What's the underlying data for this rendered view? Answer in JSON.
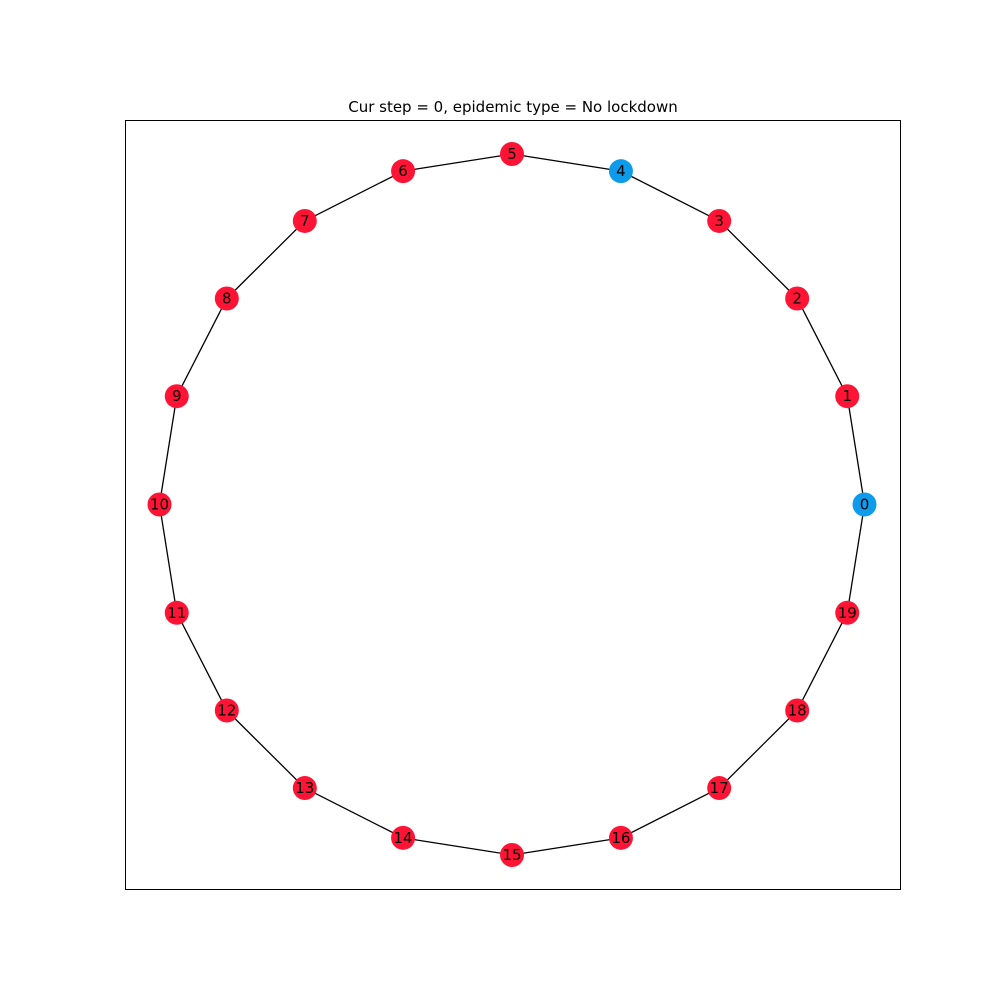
{
  "title": "Cur step = 0, epidemic type = No lockdown",
  "colors": {
    "red_state": "#ff1435",
    "blue_state": "#0d9bea",
    "edge": "#000000"
  },
  "graph": {
    "layout": "ring",
    "nodes": [
      {
        "id": "0",
        "state": "blue"
      },
      {
        "id": "1",
        "state": "red"
      },
      {
        "id": "2",
        "state": "red"
      },
      {
        "id": "3",
        "state": "red"
      },
      {
        "id": "4",
        "state": "blue"
      },
      {
        "id": "5",
        "state": "red"
      },
      {
        "id": "6",
        "state": "red"
      },
      {
        "id": "7",
        "state": "red"
      },
      {
        "id": "8",
        "state": "red"
      },
      {
        "id": "9",
        "state": "red"
      },
      {
        "id": "10",
        "state": "red"
      },
      {
        "id": "11",
        "state": "red"
      },
      {
        "id": "12",
        "state": "red"
      },
      {
        "id": "13",
        "state": "red"
      },
      {
        "id": "14",
        "state": "red"
      },
      {
        "id": "15",
        "state": "red"
      },
      {
        "id": "16",
        "state": "red"
      },
      {
        "id": "17",
        "state": "red"
      },
      {
        "id": "18",
        "state": "red"
      },
      {
        "id": "19",
        "state": "red"
      }
    ],
    "edges": [
      [
        "0",
        "1"
      ],
      [
        "1",
        "2"
      ],
      [
        "2",
        "3"
      ],
      [
        "3",
        "4"
      ],
      [
        "4",
        "5"
      ],
      [
        "5",
        "6"
      ],
      [
        "6",
        "7"
      ],
      [
        "7",
        "8"
      ],
      [
        "8",
        "9"
      ],
      [
        "9",
        "10"
      ],
      [
        "10",
        "11"
      ],
      [
        "11",
        "12"
      ],
      [
        "12",
        "13"
      ],
      [
        "13",
        "14"
      ],
      [
        "14",
        "15"
      ],
      [
        "15",
        "16"
      ],
      [
        "16",
        "17"
      ],
      [
        "17",
        "18"
      ],
      [
        "18",
        "19"
      ],
      [
        "19",
        "0"
      ]
    ]
  }
}
